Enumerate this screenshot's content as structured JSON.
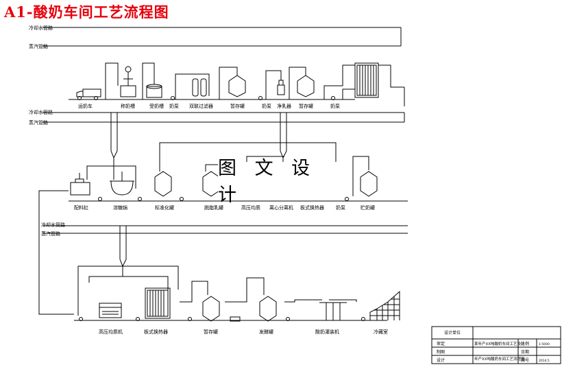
{
  "title": "A1-酸奶车间工艺流程图",
  "watermark": "图 文 设 计",
  "pipes": {
    "cold_water": "冷却水管路",
    "steam": "蒸汽管路"
  },
  "row1_labels": [
    "运奶车",
    "称奶槽",
    "受奶槽",
    "奶泵",
    "双联过滤器",
    "暂存罐",
    "奶泵",
    "净乳器",
    "暂存罐",
    "奶泵"
  ],
  "row2_labels": [
    "配料缸",
    "溶糖锅",
    "标准化罐",
    "脱脂乳罐",
    "高压均质",
    "离心分离机",
    "板式换热器",
    "奶泵",
    "贮奶罐"
  ],
  "row3_labels": [
    "高压均质机",
    "板式换热器",
    "暂存罐",
    "发酵罐",
    "酸奶灌装机",
    "冷藏室"
  ],
  "title_block": {
    "col_header": "设计单位",
    "row_labels": [
      "审定",
      "制图",
      "设计"
    ],
    "project": "某年产XX吨酸奶车间工艺设计",
    "drawing": "年产XX吨酸奶车间工艺流程图",
    "right_labels": [
      "比例",
      "日期",
      "图号"
    ],
    "right_values": [
      "1:5000",
      "",
      "2014.5"
    ]
  },
  "colors": {
    "title": "#e8000b",
    "lines": "#000000"
  }
}
